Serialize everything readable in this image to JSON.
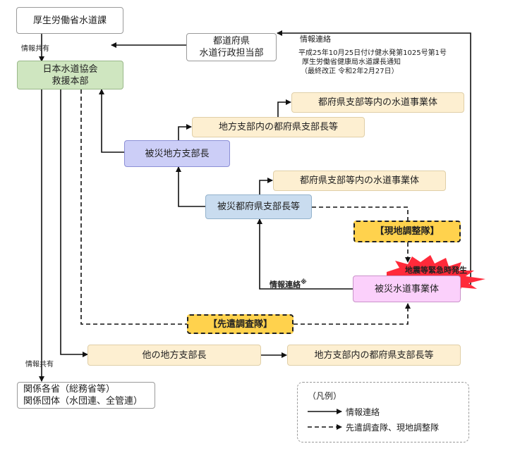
{
  "nodes": {
    "mhlw": "厚生労働省水道課",
    "prefecture": [
      "都道府県",
      "水道行政担当部"
    ],
    "jwwa": [
      "日本水道協会",
      "救援本部"
    ],
    "pref_branch_utility_top": "都府県支部等内の水道事業体",
    "regional_pref_heads": "地方支部内の都府県支部長等",
    "affected_regional_head": "被災地方支部長",
    "pref_branch_utility_mid": "都府県支部等内の水道事業体",
    "affected_pref_head": "被災都府県支部長等",
    "onsite_team": "【現地調整隊】",
    "affected_utility": "被災水道事業体",
    "advance_team": "【先遣調査隊】",
    "other_regional_heads": "他の地方支部長",
    "other_regional_pref_heads": "地方支部内の都府県支部長等",
    "ministries": [
      "関係各省（総務省等）",
      "関係団体（水団連、全管連）"
    ]
  },
  "labels": {
    "info_share_top": "情報共有",
    "info_share_bottom": "情報共有",
    "info_contact": "情報連絡",
    "notice": [
      "平成25年10月25日付け健水発第1025号第1号",
      "厚生労働省健康局水道課長通知",
      "（最終改正 令和2年2月27日）"
    ],
    "info_contact_bold": "情報連絡",
    "note_mark": "※",
    "disaster_burst": "地震等緊急時発生"
  },
  "legend": {
    "title": "（凡例）",
    "solid": "情報連絡",
    "dashed": "先遣調査隊、現地調整隊"
  },
  "colors": {
    "burst": "#ff2a3a",
    "team_fill": "#ffd24d"
  }
}
